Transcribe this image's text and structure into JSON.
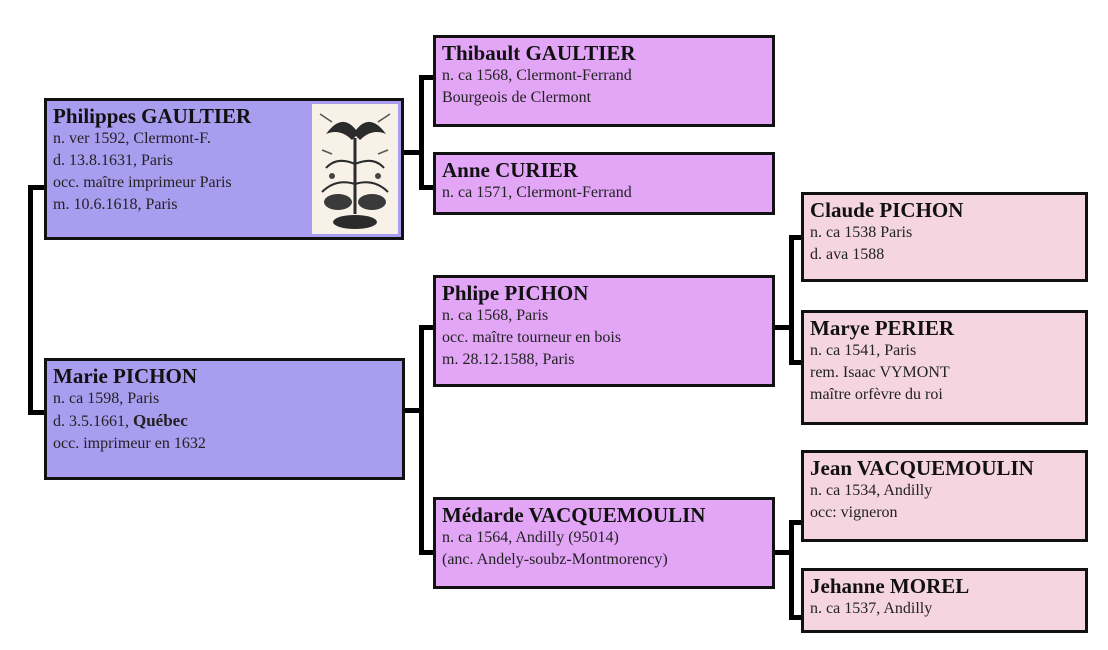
{
  "persons": {
    "philippes": {
      "name": "Philippes GAULTIER",
      "lines": [
        "n. ver 1592, Clermont-F.",
        "d. 13.8.1631, Paris",
        "occ. maître imprimeur Paris",
        "m. 10.6.1618, Paris"
      ],
      "portrait": "woodcut-birds-emblem"
    },
    "marie": {
      "name": "Marie PICHON",
      "line1": "n. ca 1598, Paris",
      "line2_prefix": "d. 3.5.1661, ",
      "line2_place": "Québec",
      "line3": "occ. imprimeur en 1632"
    },
    "thibault": {
      "name": "Thibault GAULTIER",
      "lines": [
        "n. ca 1568, Clermont-Ferrand",
        "Bourgeois de Clermont"
      ]
    },
    "anne": {
      "name": "Anne CURIER",
      "lines": [
        "n. ca 1571, Clermont-Ferrand"
      ]
    },
    "phlipe": {
      "name": "Phlipe PICHON",
      "lines": [
        "n. ca 1568, Paris",
        "occ. maître tourneur en bois",
        "m. 28.12.1588, Paris"
      ]
    },
    "medarde": {
      "name": "Médarde VACQUEMOULIN",
      "lines": [
        "n. ca 1564, Andilly (95014)",
        "(anc. Andely-soubz-Montmorency)"
      ]
    },
    "claude": {
      "name": "Claude PICHON",
      "lines": [
        "n. ca 1538 Paris",
        "d. ava 1588"
      ]
    },
    "marye": {
      "name": "Marye PERIER",
      "lines": [
        "n. ca 1541, Paris",
        "rem. Isaac VYMONT",
        "maître orfèvre du roi"
      ]
    },
    "jean": {
      "name": "Jean VACQUEMOULIN",
      "lines": [
        "n. ca 1534, Andilly",
        "occ: vigneron"
      ]
    },
    "jehanne": {
      "name": "Jehanne MOREL",
      "lines": [
        "n. ca 1537, Andilly"
      ]
    }
  },
  "colors": {
    "generation1": "#a99df0",
    "generation2": "#e3a6f7",
    "generation3": "#f5d5e0",
    "border": "#111111"
  }
}
